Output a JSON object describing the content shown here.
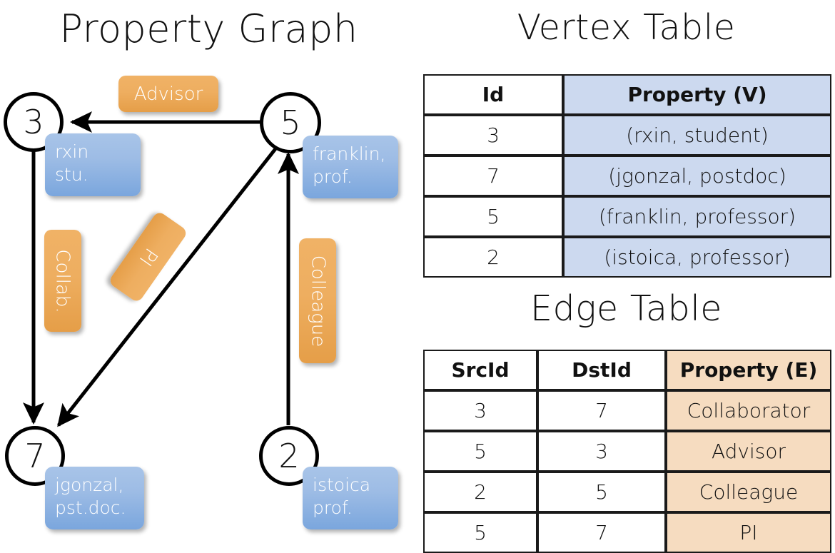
{
  "titles": {
    "property_graph": "Property Graph",
    "vertex_table": "Vertex Table",
    "edge_table": "Edge Table"
  },
  "graph": {
    "vertices": [
      {
        "id": "3",
        "label": "rxin\nstu."
      },
      {
        "id": "5",
        "label": "franklin,\nprof."
      },
      {
        "id": "7",
        "label": "jgonzal,\npst.doc."
      },
      {
        "id": "2",
        "label": "istoica\nprof."
      }
    ],
    "edge_labels": [
      {
        "name": "advisor",
        "text": "Advisor"
      },
      {
        "name": "collab",
        "text": "Collab."
      },
      {
        "name": "pi",
        "text": "PI"
      },
      {
        "name": "colleague",
        "text": "Colleague"
      }
    ],
    "edges": [
      {
        "src": "5",
        "dst": "3",
        "label": "Advisor"
      },
      {
        "src": "3",
        "dst": "7",
        "label": "Collab."
      },
      {
        "src": "5",
        "dst": "7",
        "label": "PI"
      },
      {
        "src": "2",
        "dst": "5",
        "label": "Colleague"
      }
    ]
  },
  "vertex_table": {
    "headers": [
      "Id",
      "Property (V)"
    ],
    "rows": [
      {
        "id": "3",
        "property": "(rxin, student)"
      },
      {
        "id": "7",
        "property": "(jgonzal, postdoc)"
      },
      {
        "id": "5",
        "property": "(franklin, professor)"
      },
      {
        "id": "2",
        "property": "(istoica, professor)"
      }
    ]
  },
  "edge_table": {
    "headers": [
      "SrcId",
      "DstId",
      "Property (E)"
    ],
    "rows": [
      {
        "src": "3",
        "dst": "7",
        "property": "Collaborator"
      },
      {
        "src": "5",
        "dst": "3",
        "property": "Advisor"
      },
      {
        "src": "2",
        "dst": "5",
        "property": "Colleague"
      },
      {
        "src": "5",
        "dst": "7",
        "property": "PI"
      }
    ]
  },
  "colors": {
    "vertex_fill": "#ccd9ef",
    "edge_fill": "#f6dcc0",
    "property_box": "#9dbce5",
    "label_box": "#eeae60",
    "stroke": "#000000"
  }
}
